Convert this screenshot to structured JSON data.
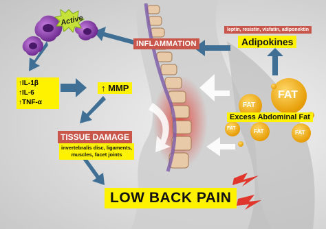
{
  "nodes": {
    "active": "Active",
    "inflammation": "INFLAMMATION",
    "adipokines_detail": "leptin, resistin, visfatin, adiponektin",
    "adipokines": "Adipokines",
    "cytokines": [
      "↑IL-1β",
      "↑IL-6",
      "↑TNF-α"
    ],
    "mmp": "↑ MMP",
    "tissue_damage": "TISSUE DAMAGE",
    "tissue_detail": [
      "invertebralis disc, ligaments,",
      "muscles, facet joints"
    ],
    "excess_fat": "Excess Abdominal Fat",
    "low_back_pain": "LOW BACK PAIN",
    "fat_big": "FAT",
    "fat_small": "FAT"
  },
  "colors": {
    "label_yellow": "#fff200",
    "label_red": "#c9564b",
    "arrow_blue": "#3f6f95",
    "fat_orange": "#f2b01e",
    "macrophage_purple": "#8a3fb0"
  }
}
